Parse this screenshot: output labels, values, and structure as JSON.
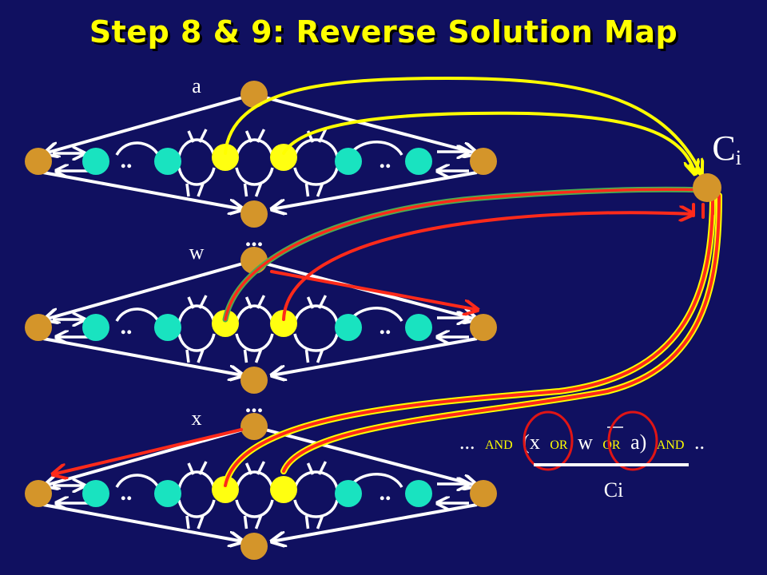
{
  "title": "Step 8 & 9: Reverse Solution Map",
  "gadgets": [
    {
      "variable": "a",
      "ellipsis_left": "..",
      "ellipsis_right": "..",
      "ellipsis_below": "..."
    },
    {
      "variable": "w",
      "ellipsis_left": "..",
      "ellipsis_right": "..",
      "ellipsis_below": "..."
    },
    {
      "variable": "x",
      "ellipsis_left": "..",
      "ellipsis_right": "..",
      "ellipsis_below": ""
    }
  ],
  "clause": {
    "label_main": "C",
    "label_sub": "i",
    "underline_label": "Ci",
    "formula": {
      "lead": "...",
      "and1": "AND",
      "open": "(x",
      "or1": "OR",
      "w": "w",
      "or2": "OR",
      "close": "a)",
      "and2": "AND",
      "trail": ".."
    }
  },
  "colors": {
    "background": "#101060",
    "title": "#ffff00",
    "arrow": "#ffffff",
    "node_orange": "#d4952a",
    "node_cyan": "#19e3c0",
    "node_yellow": "#ffff10",
    "path_red": "#ff2a1a",
    "path_yellow": "#ffff00",
    "path_green": "#4caf50",
    "circle_red": "#e01515"
  }
}
